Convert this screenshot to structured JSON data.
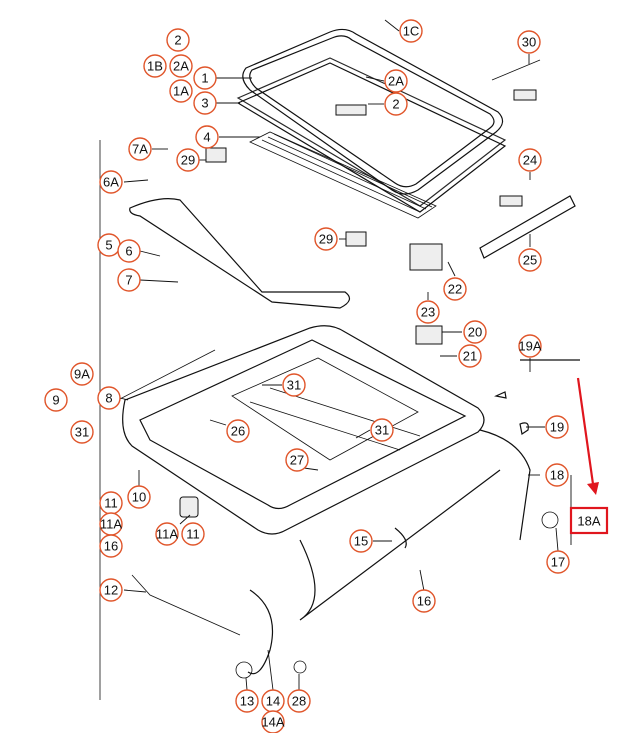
{
  "callouts": {
    "c_1C": "1C",
    "c_2_top": "2",
    "c_1B": "1B",
    "c_2A_left": "2A",
    "c_1A": "1A",
    "c_1": "1",
    "c_3": "3",
    "c_2A_glass": "2A",
    "c_2_glass": "2",
    "c_4": "4",
    "c_30": "30",
    "c_7A": "7A",
    "c_29_top": "29",
    "c_6A": "6A",
    "c_24": "24",
    "c_5": "5",
    "c_6": "6",
    "c_7": "7",
    "c_29_mid": "29",
    "c_25": "25",
    "c_22": "22",
    "c_23": "23",
    "c_20": "20",
    "c_21": "21",
    "c_19A": "19A",
    "c_9A": "9A",
    "c_9": "9",
    "c_31_left": "31",
    "c_8": "8",
    "c_31_top": "31",
    "c_26": "26",
    "c_19": "19",
    "c_31_right": "31",
    "c_27": "27",
    "c_18": "18",
    "c_10": "10",
    "c_11_left": "11",
    "c_11A_left": "11A",
    "c_16_left": "16",
    "c_11A": "11A",
    "c_11": "11",
    "c_15": "15",
    "c_17": "17",
    "c_12": "12",
    "c_16": "16",
    "c_13": "13",
    "c_14": "14",
    "c_28": "28",
    "c_14A": "14A"
  },
  "highlight": {
    "label": "18A",
    "color": "#e0161e"
  },
  "colors": {
    "callout_stroke": "#e0552a",
    "line": "#111111"
  }
}
